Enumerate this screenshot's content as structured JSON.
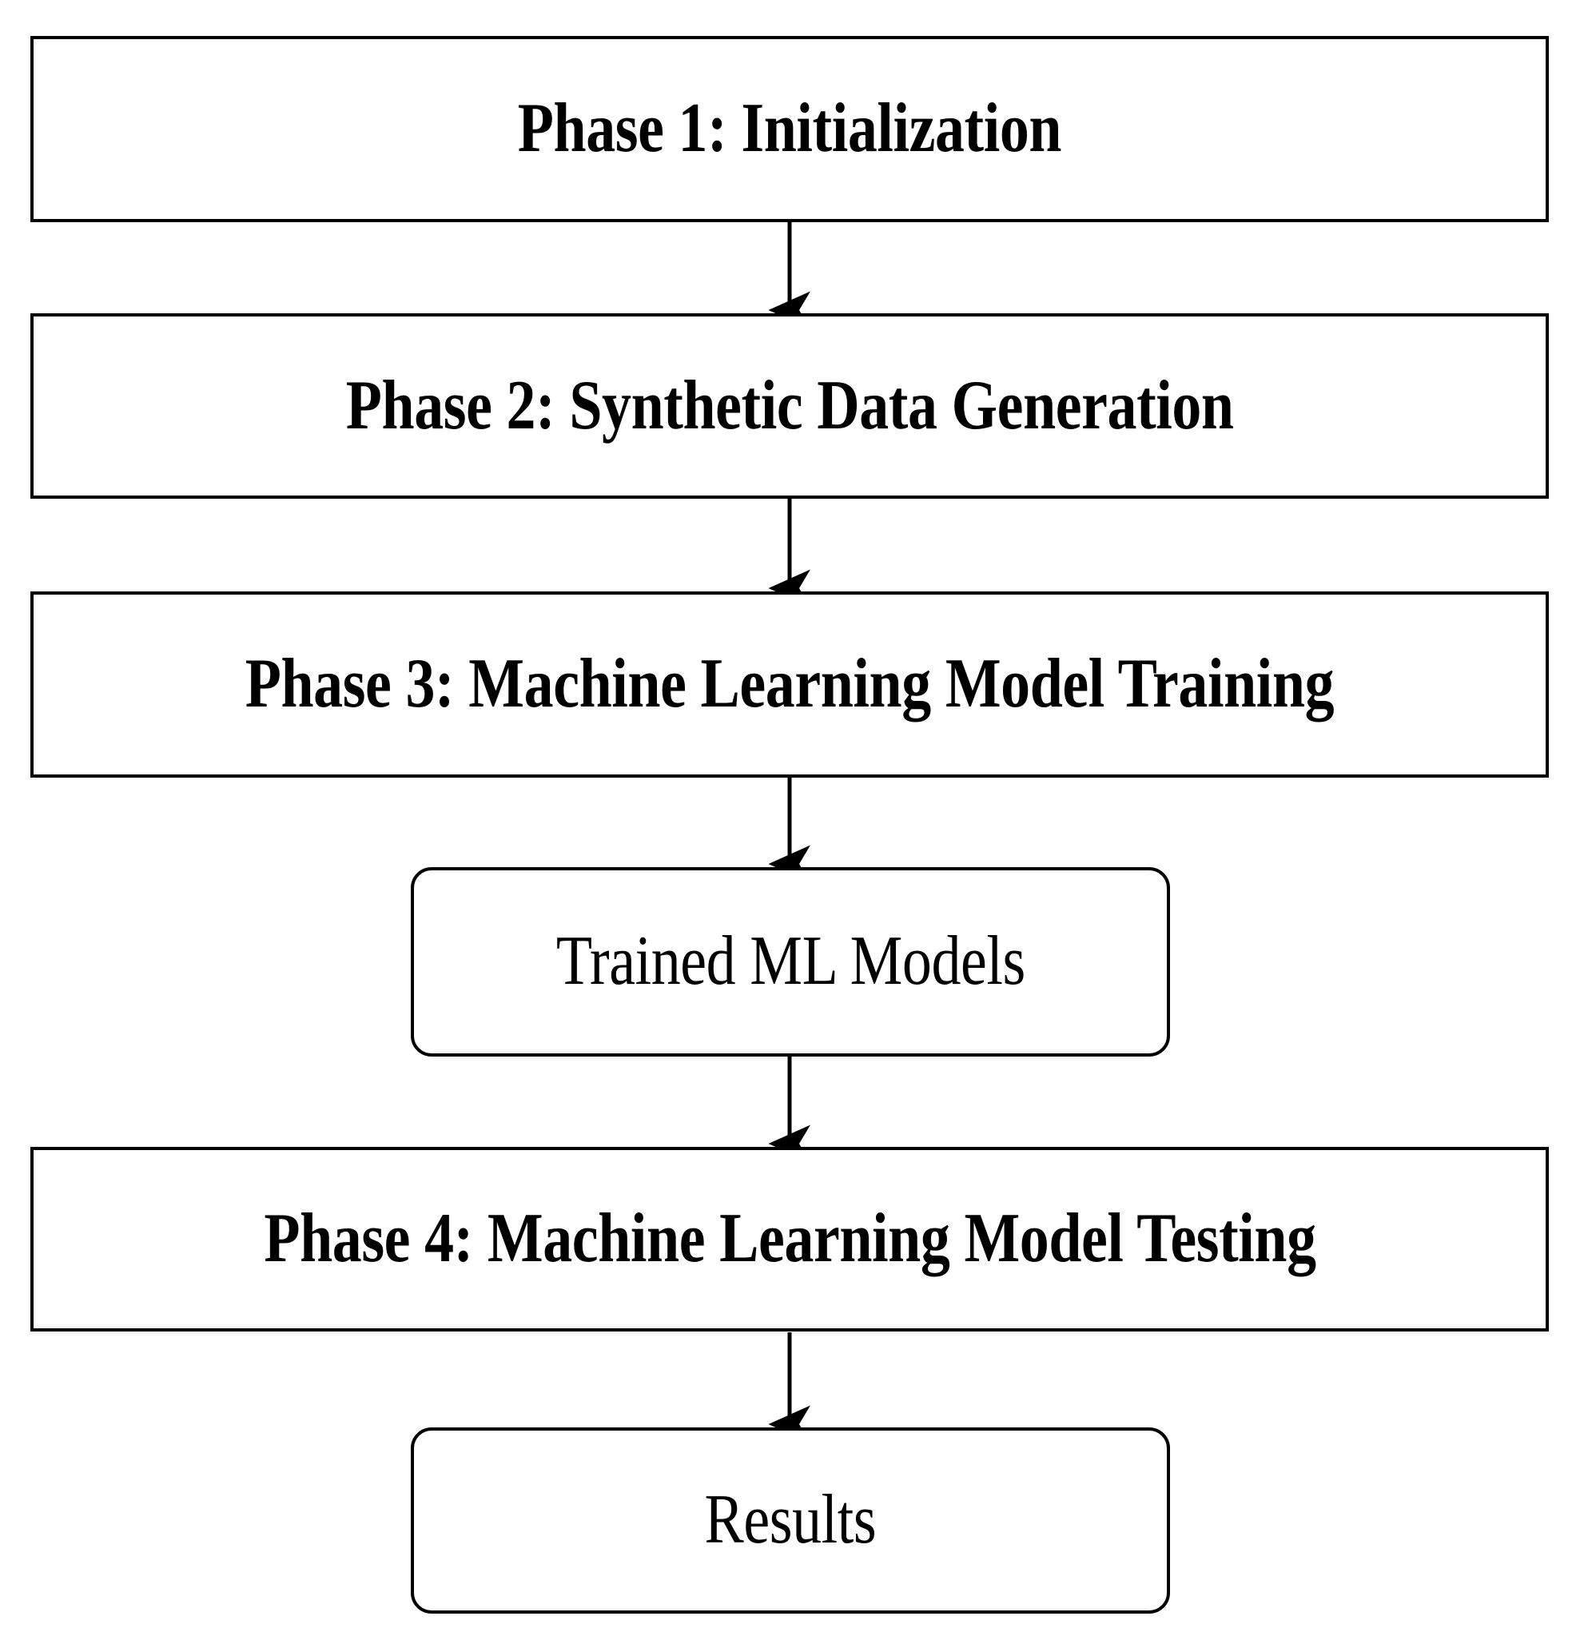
{
  "diagram": {
    "title": "Machine Learning Workflow Phases Flowchart",
    "background_color": "#ffffff",
    "stroke_color": "#000000",
    "orientation": "top-to-bottom",
    "nodes": [
      {
        "id": "phase1",
        "label": "Phase 1: Initialization",
        "shape": "rectangle",
        "emphasis": "bold"
      },
      {
        "id": "phase2",
        "label": "Phase 2: Synthetic Data Generation",
        "shape": "rectangle",
        "emphasis": "bold"
      },
      {
        "id": "phase3",
        "label": "Phase 3: Machine Learning Model Training",
        "shape": "rectangle",
        "emphasis": "bold"
      },
      {
        "id": "trained",
        "label": "Trained ML Models",
        "shape": "rounded-rectangle",
        "emphasis": "regular"
      },
      {
        "id": "phase4",
        "label": "Phase 4: Machine Learning Model Testing",
        "shape": "rectangle",
        "emphasis": "bold"
      },
      {
        "id": "results",
        "label": "Results",
        "shape": "rounded-rectangle",
        "emphasis": "regular"
      }
    ],
    "edges": [
      {
        "from": "phase1",
        "to": "phase2",
        "style": "solid-arrow",
        "label": ""
      },
      {
        "from": "phase2",
        "to": "phase3",
        "style": "solid-arrow",
        "label": ""
      },
      {
        "from": "phase3",
        "to": "trained",
        "style": "solid-arrow",
        "label": ""
      },
      {
        "from": "trained",
        "to": "phase4",
        "style": "solid-arrow",
        "label": ""
      },
      {
        "from": "phase4",
        "to": "results",
        "style": "solid-arrow",
        "label": ""
      }
    ]
  }
}
